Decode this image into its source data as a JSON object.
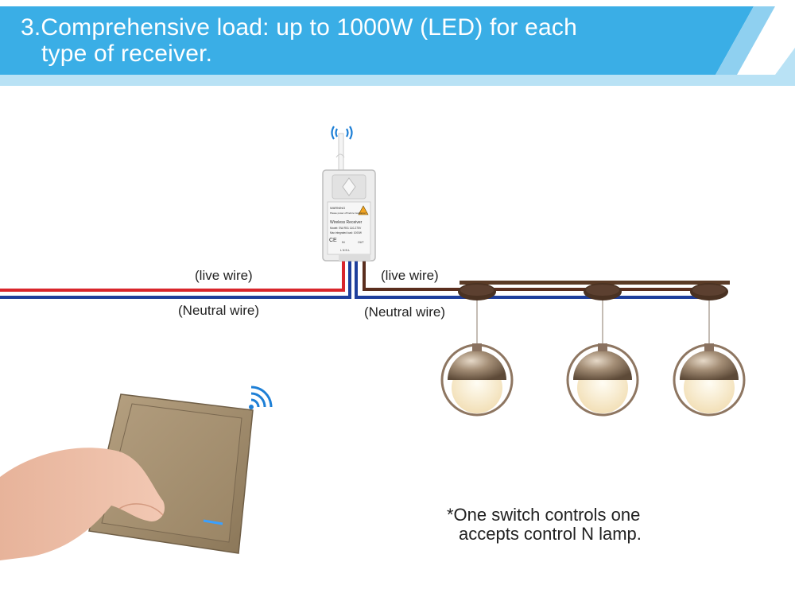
{
  "header": {
    "title_line1": "3.Comprehensive load: up to 1000W (LED) for each",
    "title_line2": "type of receiver.",
    "bg_color": "#3aaee6",
    "stripe_color": "#b9e2f5"
  },
  "wires": {
    "live_left": "(live wire)",
    "neutral_left": "(Neutral wire)",
    "live_right": "(live wire)",
    "neutral_right": "(Neutral wire)",
    "live_color": "#d9262b",
    "neutral_color": "#1e3f9c",
    "lamp_live_color": "#5a2e1e"
  },
  "receiver": {
    "warning_title": "WARNING",
    "warning_text": "Please power off before installation!",
    "product_name": "Wireless Receiver",
    "model": "Model: SW-R01 110-275V",
    "max_load": "Max integrated load: 1000W",
    "terminal_in": "IN",
    "terminal_out": "OUT",
    "terminals": "L N N L"
  },
  "icons": {
    "receiver_signal": "wifi-signal-icon",
    "switch_signal": "wifi-signal-icon",
    "signal_color": "#1d7fd6"
  },
  "note": {
    "line1": "*One switch controls one",
    "line2": "accepts control N lamp."
  }
}
